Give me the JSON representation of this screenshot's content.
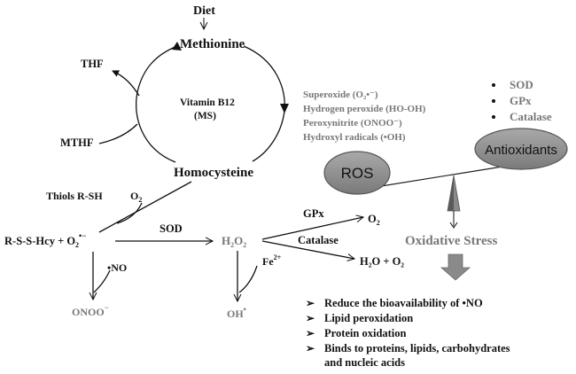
{
  "diet": "Diet",
  "methionine": "Methionine",
  "thf": "THF",
  "mthf": "MTHF",
  "vitamin_b12": "Vitamin B12",
  "ms": "(MS)",
  "homocysteine": "Homocysteine",
  "thiols": "Thiols R-SH",
  "o2": "O",
  "o2_sub": "2",
  "rssh_left": "R-S-S-Hcy + O",
  "rssh_sub": "2",
  "rssh_sup": "•−",
  "sod": "SOD",
  "h2o2_h": "H",
  "h2o2_sub1": "2",
  "h2o2_o": "O",
  "h2o2_sub2": "2",
  "no_label": "•NO",
  "onoo": "ONOO",
  "onoo_sup": "−",
  "fe": "Fe",
  "fe_sup": "2+",
  "oh": "OH",
  "oh_sup": "•",
  "gpx": "GPx",
  "catalase": "Catalase",
  "gpx_o2": "O",
  "gpx_o2_sub": "2",
  "water_line": "H₂O + O₂",
  "ros_list": [
    "Superoxide (O₂•⁻)",
    "Hydrogen peroxide (HO-OH)",
    "Peroxynitrite (ONOO⁻)",
    "Hydroxyl radicals (•OH)"
  ],
  "enzymes": [
    "SOD",
    "GPx",
    "Catalase"
  ],
  "ros": "ROS",
  "antioxidants": "Antioxidants",
  "oxidative_stress": "Oxidative Stress",
  "effects": [
    "Reduce the bioavailability of •NO",
    "Lipid peroxidation",
    "Protein oxidation",
    "Binds to proteins, lipids, carbohydrates",
    "and nucleic acids"
  ],
  "colors": {
    "text": "#111111",
    "grey_text": "#777777",
    "ellipse_fill": "#8c8c8c",
    "ellipse_stroke": "#555555",
    "arrow_fill": "#8a8a8a"
  }
}
